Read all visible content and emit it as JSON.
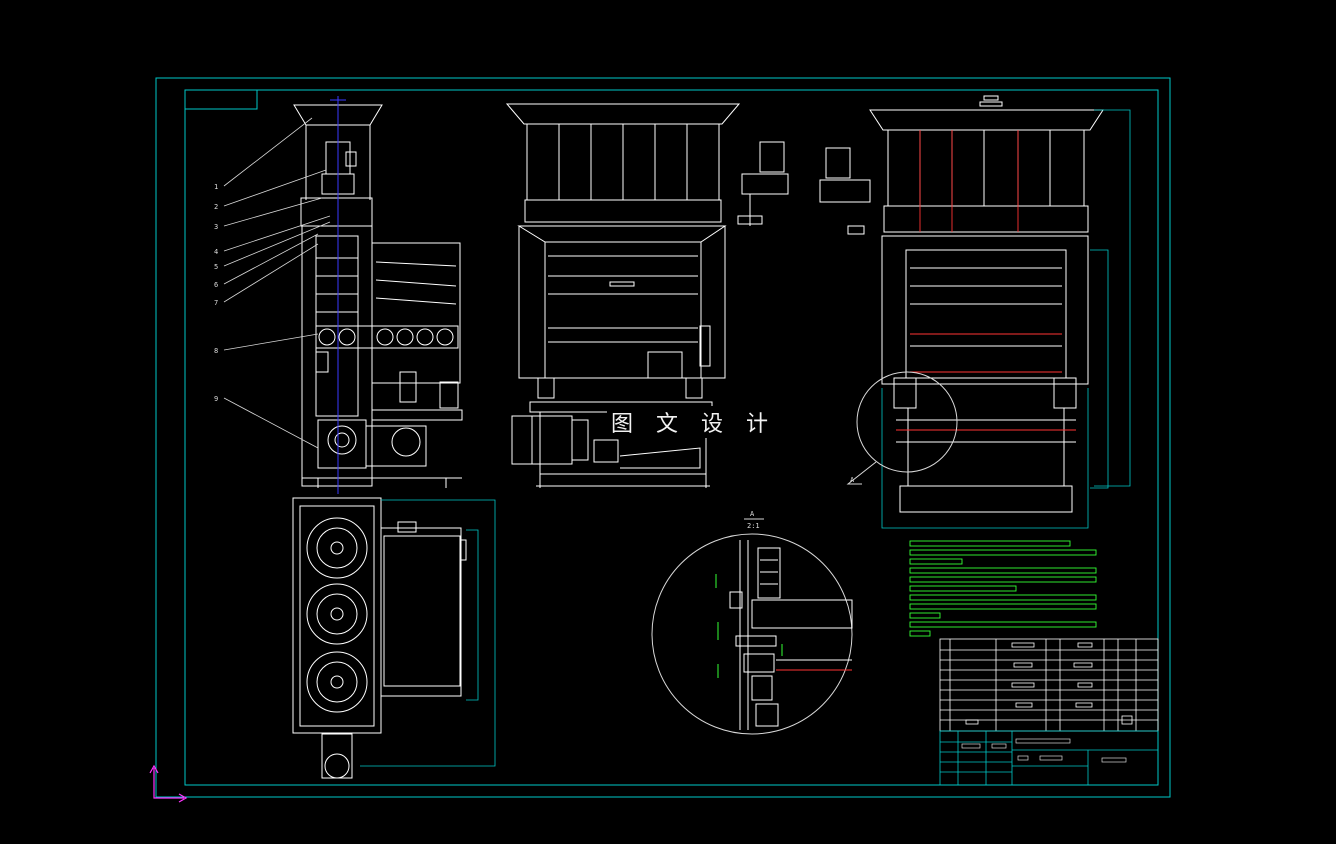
{
  "watermark": "图 文 设 计",
  "detail_label": "A",
  "detail_scale": "2:1",
  "part_numbers": [
    "1",
    "2",
    "3",
    "4",
    "5",
    "6",
    "7",
    "8",
    "9"
  ],
  "colors": {
    "background": "#000000",
    "frame": "#00c8c8",
    "geometry": "#ffffff",
    "leader": "#d8d8d8",
    "axis": "#3a3aff",
    "notes": "#33ff33",
    "accent": "#ff3333",
    "ucs": "#ff33ff"
  }
}
